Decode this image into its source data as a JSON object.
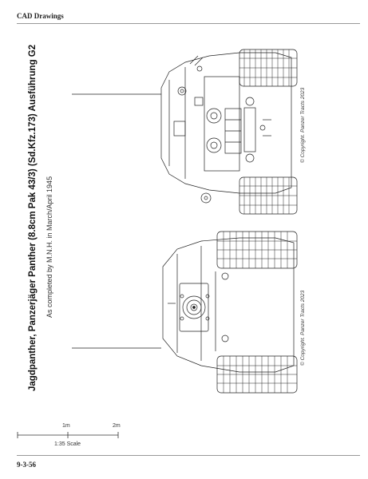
{
  "header": {
    "section": "CAD Drawings"
  },
  "footer": {
    "page_number": "9-3-56"
  },
  "title": "Jagdpanther, Panzerjäger Panther (8.8cm Pak 43/3) (Sd.Kfz.173) Ausführung G2",
  "subtitle": "As completed by M.N.H. in March/April 1945",
  "copyright": "© Copyright. Panzer Tracts 2023",
  "scale": {
    "mark_1": "1m",
    "mark_2": "2m",
    "label": "1:35 Scale"
  }
}
